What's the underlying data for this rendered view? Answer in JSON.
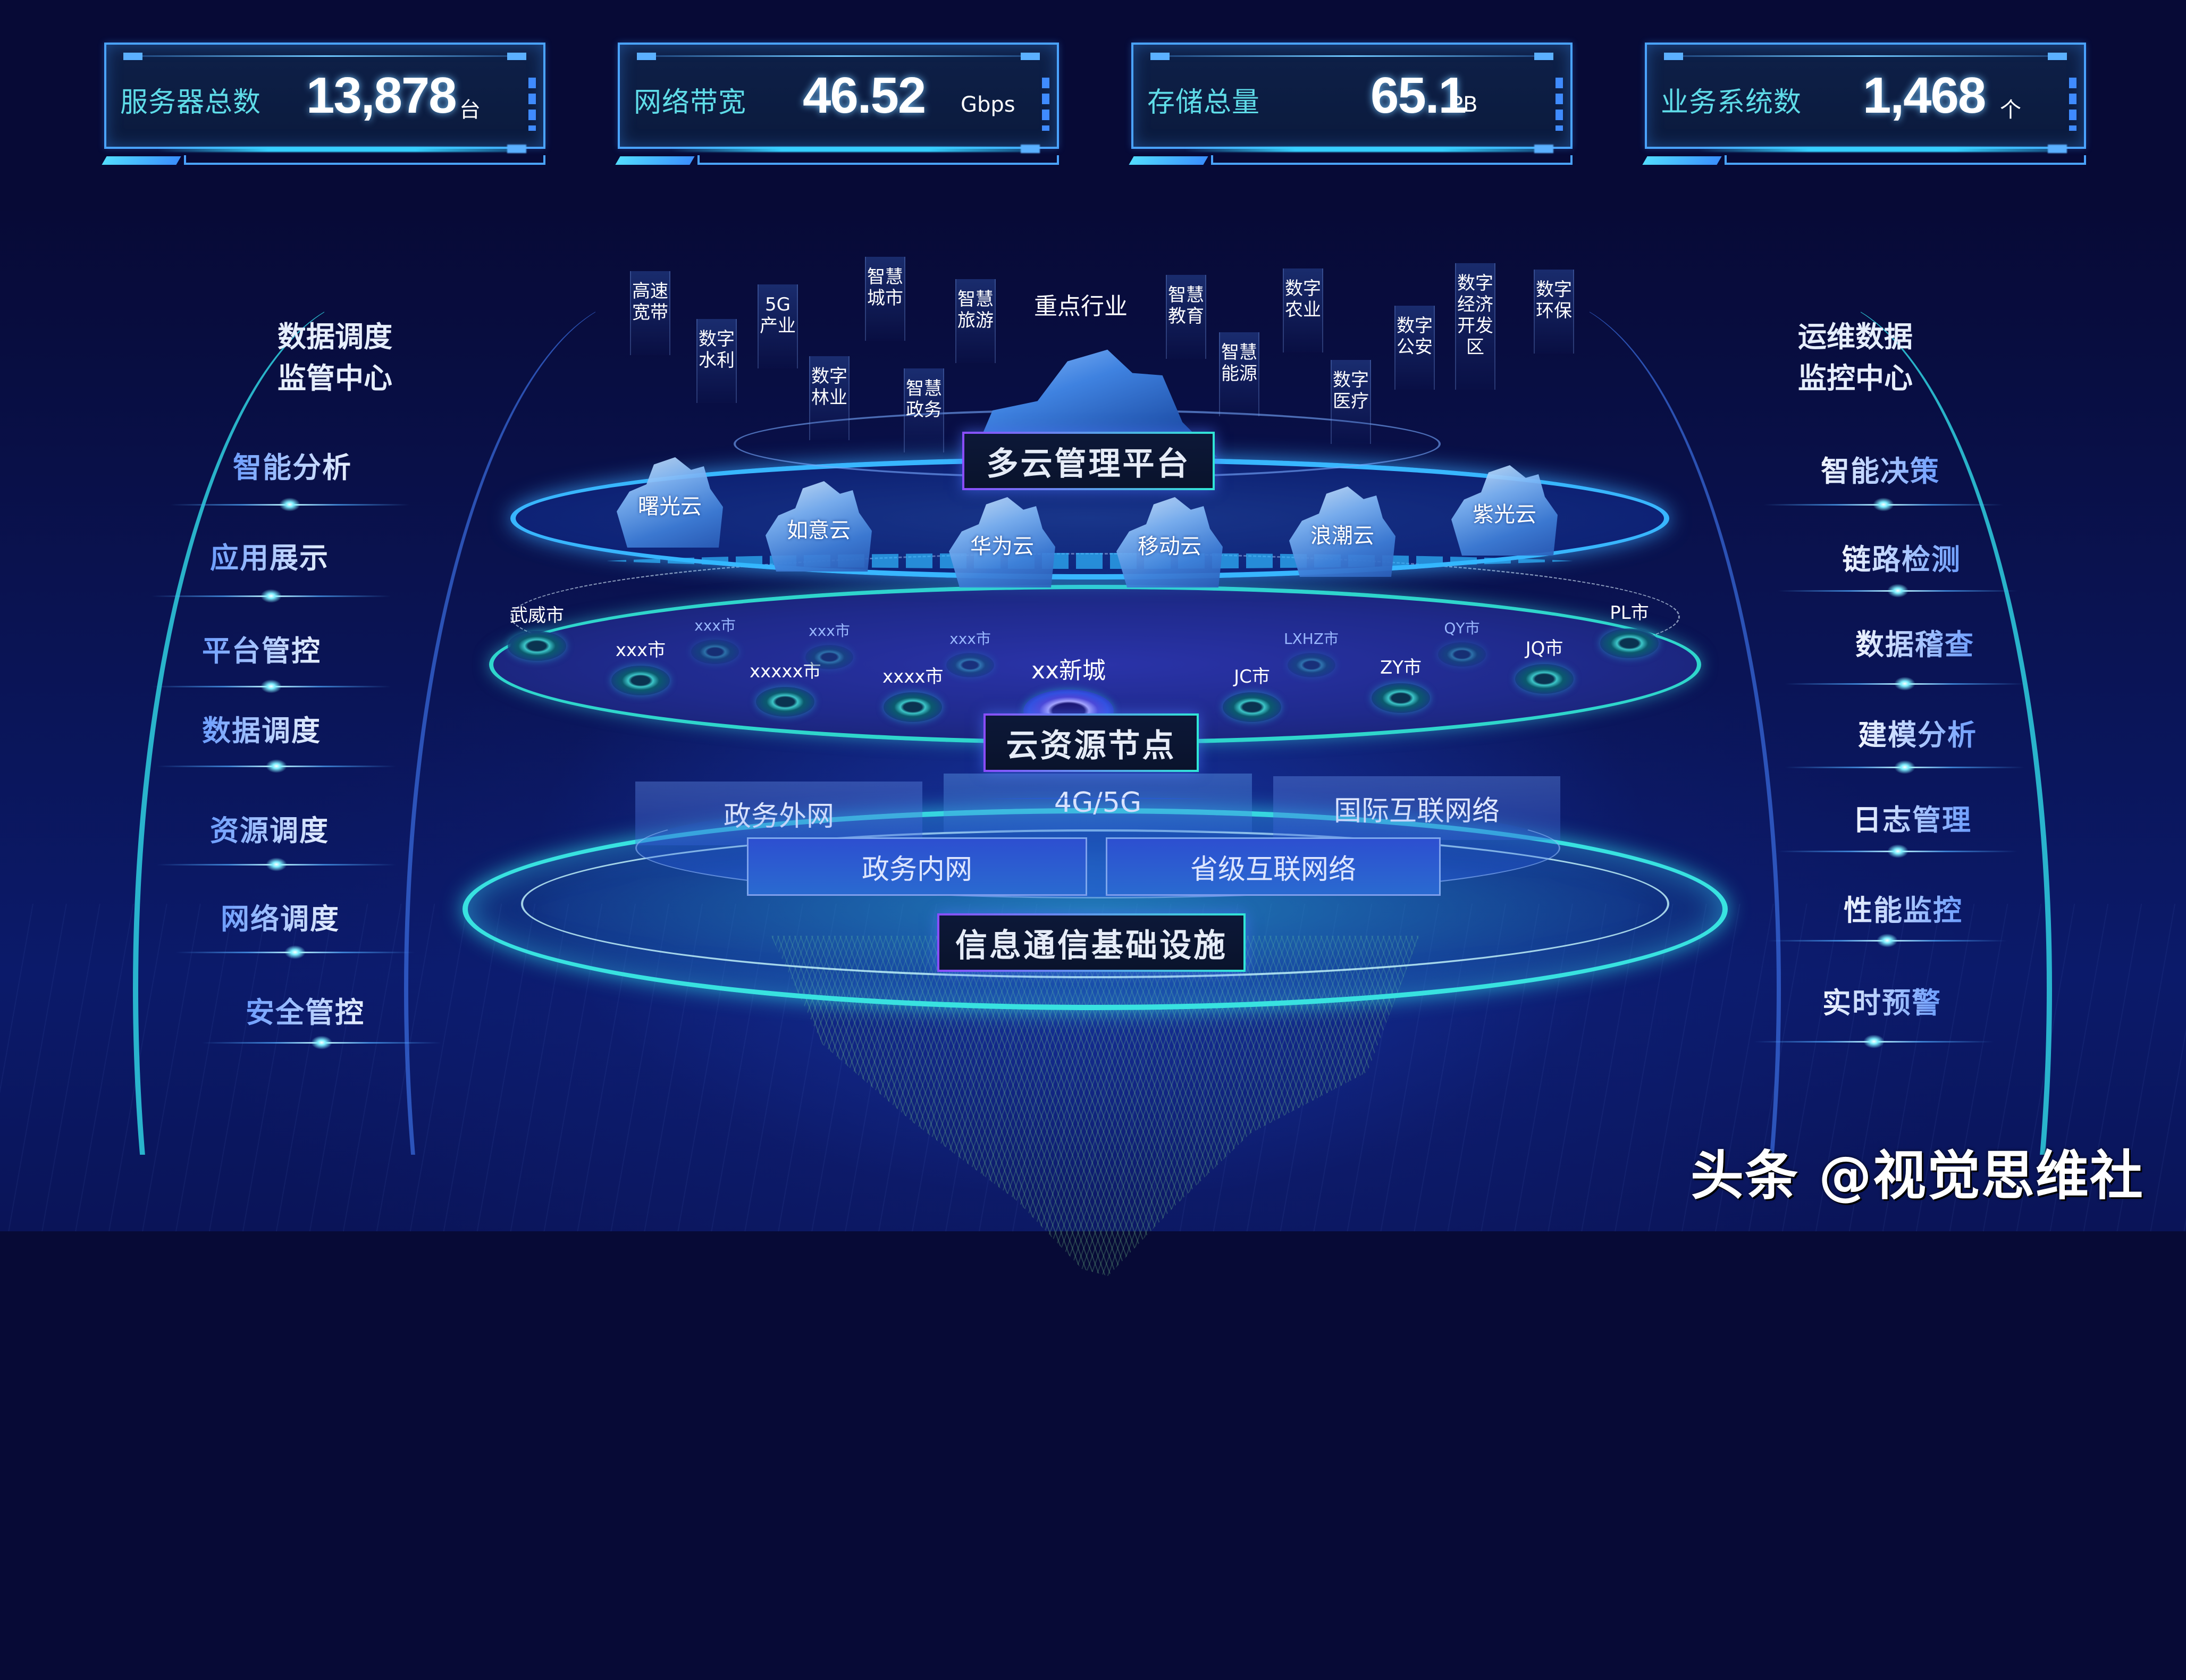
{
  "kpis": [
    {
      "label": "服务器总数",
      "value": "13,878",
      "unit": "台"
    },
    {
      "label": "网络带宽",
      "value": "46.52",
      "unit": "Gbps"
    },
    {
      "label": "存储总量",
      "value": "65.1",
      "unit": "PB"
    },
    {
      "label": "业务系统数",
      "value": "1,468",
      "unit": "个"
    }
  ],
  "left_panel": {
    "title_line1": "数据调度",
    "title_line2": "监管中心",
    "items": [
      "智能分析",
      "应用展示",
      "平台管控",
      "数据调度",
      "资源调度",
      "网络调度",
      "安全管控"
    ]
  },
  "right_panel": {
    "title_line1": "运维数据",
    "title_line2": "监控中心",
    "items": [
      "智能决策",
      "链路检测",
      "数据稽查",
      "建模分析",
      "日志管理",
      "性能监控",
      "实时预警"
    ]
  },
  "industries": {
    "title": "重点行业",
    "tags": [
      "高速宽带",
      "数字水利",
      "5G产业",
      "数字林业",
      "智慧城市",
      "智慧政务",
      "智慧旅游",
      "智慧教育",
      "智慧能源",
      "数字农业",
      "数字医疗",
      "数字公安",
      "数字经济开发区",
      "数字环保"
    ]
  },
  "platform": {
    "title": "多云管理平台",
    "clouds": [
      "曙光云",
      "如意云",
      "华为云",
      "移动云",
      "浪潮云",
      "紫光云"
    ]
  },
  "nodes": {
    "title": "云资源节点",
    "center": "xx新城",
    "cities": [
      "武威市",
      "xxx市",
      "xxx市",
      "xxxxx市",
      "xxx市",
      "xxxx市",
      "xxx市",
      "JC市",
      "LXHZ市",
      "ZY市",
      "QY市",
      "JQ市",
      "PL市"
    ]
  },
  "network": {
    "title": "信息通信基础设施",
    "back": [
      "政务外网",
      "4G/5G",
      "国际互联网络"
    ],
    "front": [
      "政务内网",
      "省级互联网络"
    ]
  },
  "watermark": "头条 @视觉思维社",
  "colors": {
    "background": "#070a36",
    "card_border": "#4aa3ff",
    "kpi_label": "#5fdce8",
    "accent_cyan": "#2fe6d6",
    "accent_purple": "#8a4dff"
  }
}
